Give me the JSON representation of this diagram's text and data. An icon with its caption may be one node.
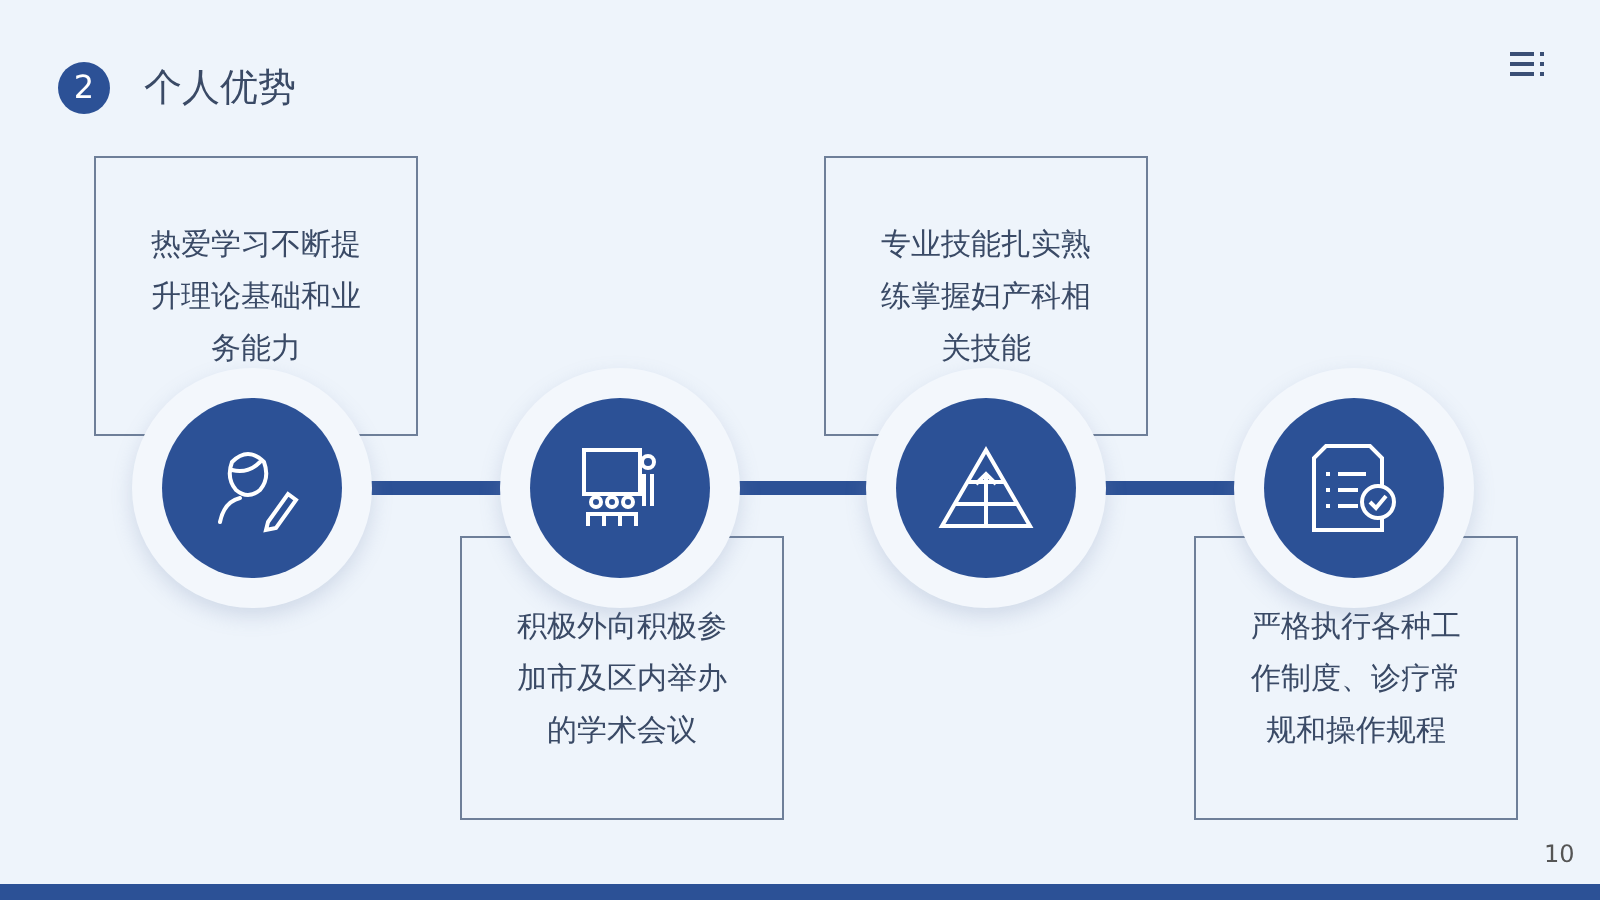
{
  "diagram": {
    "title": "个人优势",
    "nodes": [
      {
        "text": [
          "热爱学习不断提升理论基础和业务能力"
        ]
      },
      {
        "text": [],
        "shape": "circle"
      },
      {
        "text": [],
        "shape": "circle"
      },
      {
        "text": [
          "积极外向积极参加市及区内举办的学术会议"
        ]
      },
      {
        "text": [
          "专业技能扎实熟练掌握妇产科相关技能"
        ]
      },
      {
        "text": [],
        "shape": "circle"
      },
      {
        "text": [],
        "shape": "circle"
      },
      {
        "text": [
          "严格执行各种工作制度、诊疗常规和操作规程"
        ]
      }
    ],
    "edges": [
      {
        "from": 1,
        "to": 2,
        "arrow": "none"
      },
      {
        "from": 2,
        "to": 5,
        "arrow": "none"
      },
      {
        "from": 5,
        "to": 6,
        "arrow": "none"
      }
    ],
    "labels": [
      "2",
      "10"
    ]
  }
}
